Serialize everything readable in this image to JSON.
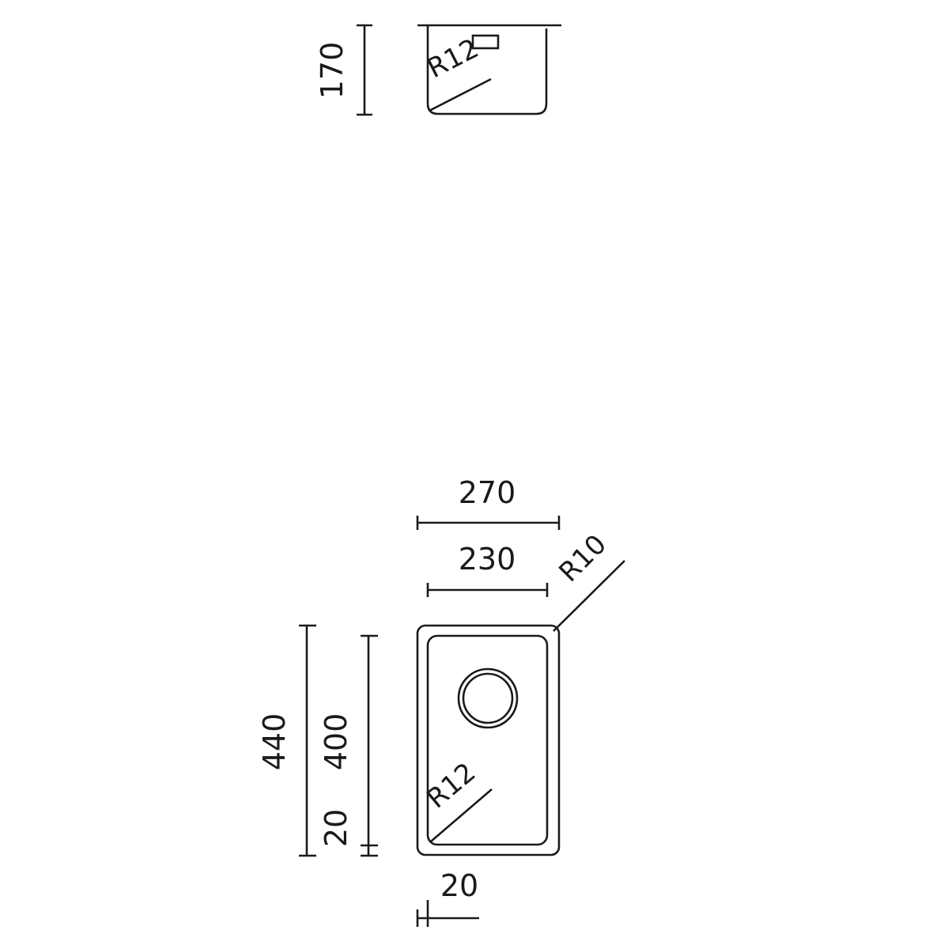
{
  "colors": {
    "line": "#1a1a1a",
    "background": "#ffffff"
  },
  "side_view": {
    "height_label": "170",
    "radius_label": "R12"
  },
  "top_view": {
    "outer_width_label": "270",
    "inner_width_label": "230",
    "corner_radius_outer_label": "R10",
    "outer_depth_label": "440",
    "inner_depth_label": "400",
    "rim_vertical_label": "20",
    "rim_horizontal_label": "20",
    "corner_radius_inner_label": "R12"
  }
}
